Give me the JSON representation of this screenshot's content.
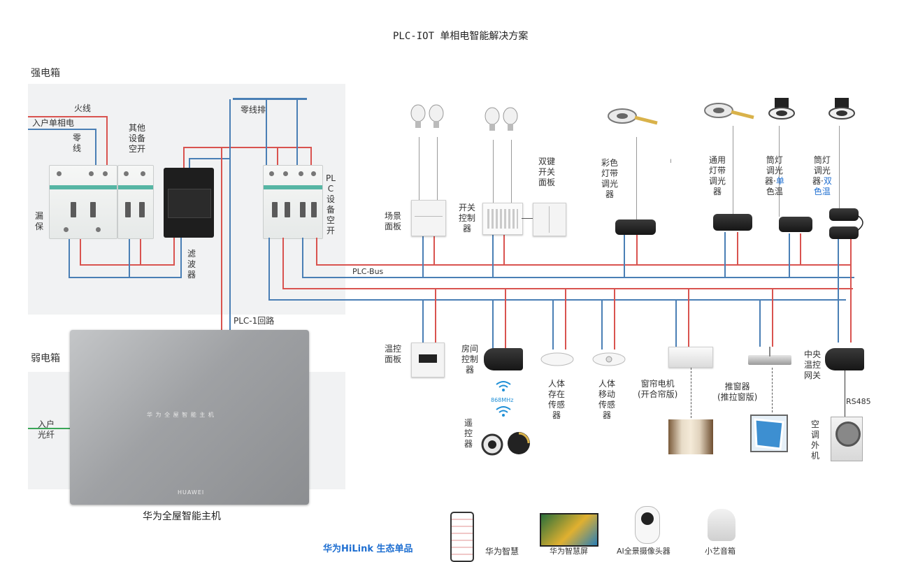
{
  "title": "PLC-IOT 单相电智能解决方案",
  "strong_box": {
    "label": "强电箱",
    "fire_wire": "火线",
    "incoming": "入户单相电",
    "neutral": "零\n线",
    "leakage": "漏\n保",
    "other_breaker": "其他\n设备\n空开",
    "filter": "滤\n波\n器",
    "neutral_bar": "零线排",
    "plc_breaker": "PL\nC\n设\n备\n空\n开"
  },
  "weak_box": {
    "label": "弱电箱",
    "fiber": "入户\n光纤"
  },
  "plc_loop": "PLC-1回路",
  "plc_bus": "PLC-Bus",
  "host": {
    "caption": "华为全屋智能主机",
    "face_text": "华 为 全 屋 智 能 主 机",
    "brand": "HUAWEI"
  },
  "top_devices": {
    "scene_panel": "场景\n面板",
    "switch_controller": "开关\n控制\n器",
    "double_switch": "双键\n开关\n面板",
    "color_strip": "彩色\n灯带\n调光\n器",
    "stray_mark": "ı",
    "generic_strip": "通用\n灯带\n调光\n器",
    "downlight_single_a": "筒灯\n调光\n器·",
    "downlight_single_b": "单",
    "downlight_single_c": "色温",
    "downlight_dual_a": "筒灯\n调光\n器·",
    "downlight_dual_b": "双",
    "downlight_dual_c": "色温"
  },
  "bottom_devices": {
    "thermo_panel": "温控\n面板",
    "room_controller": "房间\n控制\n器",
    "freq": "868MHz",
    "remote": "遥\n控\n器",
    "presence": "人体\n存在\n传感\n器",
    "motion": "人体\n移动\n传感\n器",
    "curtain": "窗帘电机\n(开合帘版)",
    "window_pusher": "推窗器\n(推拉窗版)",
    "hvac_gateway": "中央\n温控\n网关",
    "rs485": "RS485",
    "ac_outdoor": "空\n调\n外\n机"
  },
  "hilink": {
    "label": "华为HiLink 生态单品",
    "items": [
      "华为智慧",
      "华为智慧屏",
      "AI全景摄像头器",
      "小艺音箱"
    ]
  },
  "colors": {
    "line_live": "#d9534f",
    "line_neutral": "#4a7fb5",
    "box_bg": "#f1f2f3",
    "hilink_blue": "#1f6fd1",
    "dual_tone_blue": "#1f6fd1"
  }
}
